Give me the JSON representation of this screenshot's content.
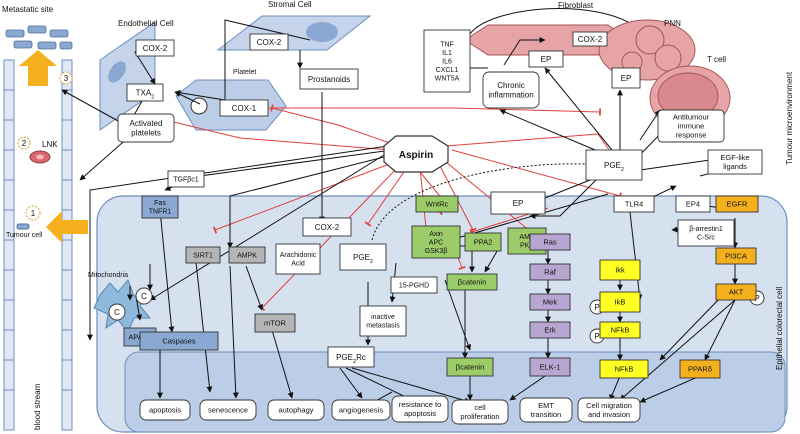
{
  "colors": {
    "inhibit": "#e0403a",
    "activate": "#111111",
    "cell_fill": "#d6e1f0",
    "nucleus_fill": "#bccde7",
    "grey_box": "#b5b5b5",
    "green_box": "#9ccb69",
    "purple_box": "#b8a6d2",
    "yellow_box": "#ffff22",
    "orange_box": "#f5b01e",
    "blue_box": "#8aa8d2",
    "pink": "#e7a4a6"
  },
  "regions": {
    "metastatic_site": "Metastatic site",
    "endothelial_cell": "Endothelial Cell",
    "stromal_cell": "Stromal Cell",
    "platelet": "Platelet",
    "fibroblast": "Fibroblast",
    "pnn": "PNN",
    "t_cell": "T cell",
    "lnk": "LNK",
    "tumour_cell": "Tumour cell",
    "mitochondria": "Mitochondria",
    "blood_stream": "blood stream",
    "tumour_microenvironment": "Tumour microenvironment",
    "epithelial_colorectal_cell": "Epithelial colorectal cell"
  },
  "step_numbers": {
    "one": "1",
    "two": "2",
    "three": "3"
  },
  "nodes": {
    "cox2_endo": "COX-2",
    "txa2": "TXA",
    "txa2_sub": "2",
    "activated_platelets": [
      "Activated",
      "platelets"
    ],
    "cox2_stromal": "COX-2",
    "prostanoids": "Prostanoids",
    "cox1": "COX-1",
    "aspirin": "Aspirin",
    "fibro_factors": [
      "TNF",
      "IL1",
      "IL6",
      "CXCL1",
      "WNT5A"
    ],
    "chronic_inflammation": [
      "Chronic",
      "inflammation"
    ],
    "ep_fibro": "EP",
    "cox2_fibro": "COX-2",
    "ep_pnn": "EP",
    "antitumour": [
      "Antitumour",
      "immune",
      "response"
    ],
    "pge2_top": "PGE",
    "pge2_top_sub": "2",
    "egf_ligands": [
      "EGF-like",
      "ligands"
    ],
    "tgfb": "TGFβc1",
    "fas": [
      "Fas",
      "TNFR1"
    ],
    "c1": "C",
    "c2": "C",
    "apaf1": "APAF1",
    "caspases": "Caspases",
    "sirt1": "SIRT1",
    "ampk": "AMPK",
    "mtor": "mTOR",
    "cox2_epi": "COX-2",
    "arachidonic": [
      "Arachidonic",
      "Acid"
    ],
    "pge2_epi": "PGE",
    "pge2_epi_sub": "2",
    "pghd": "15-PGHD",
    "inactive_metastasis": [
      "inactive",
      "metastasis"
    ],
    "pge2rc": "PGE",
    "pge2rc_sub": "2",
    "pge2rc_tail": "Rc",
    "wntrc": "WntRc",
    "ep_epi": "EP",
    "axin": [
      "Axin",
      "APC",
      "GSK3β"
    ],
    "ppa2": "PPA2",
    "amp_pka": [
      "AMP",
      "PKA"
    ],
    "bcatenin1": "βcatenin",
    "bcatenin2": "βcatenin",
    "ras": "Ras",
    "raf": "Raf",
    "mek": "Mek",
    "erk": "Erk",
    "elk1": "ELK-1",
    "p_mek": "P",
    "p_erk": "P",
    "p_akt": "P",
    "ikk": "Ikk",
    "ikb": "IkB",
    "nfkb1": "NFkB",
    "nfkb2": "NFkB",
    "tlr4": "TLR4",
    "ep4": "EP4",
    "egfr": "EGFR",
    "barrestin": [
      "β-arrestin1",
      "C-Src"
    ],
    "pi3ca": "PI3CA",
    "akt": "AKT",
    "ppard": "PPARδ"
  },
  "outcomes": {
    "apoptosis": "apoptosis",
    "senescence": "senescence",
    "autophagy": "autophagy",
    "angiogenesis": "angiogenesis",
    "resistance": [
      "resistance to",
      "apoptosis"
    ],
    "proliferation": [
      "cell",
      "proliferation"
    ],
    "emt": [
      "EMT",
      "transition"
    ],
    "migration": [
      "Cell migration",
      "and invasion"
    ]
  }
}
